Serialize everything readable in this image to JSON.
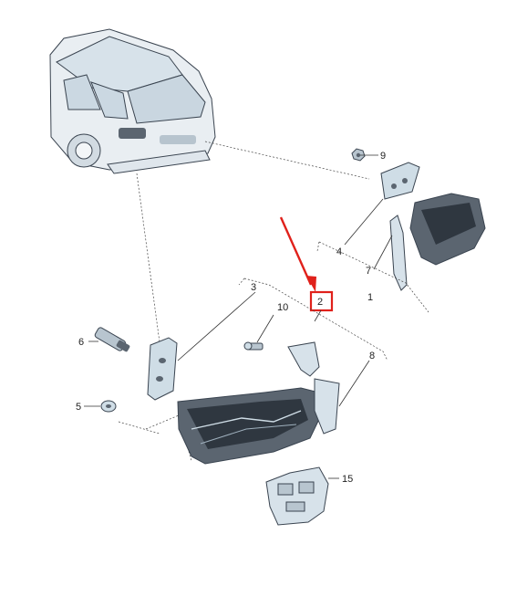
{
  "callouts": {
    "c1": "1",
    "c2": "2",
    "c3": "3",
    "c4": "4",
    "c5": "5",
    "c6": "6",
    "c7": "7",
    "c8": "8",
    "c9": "9",
    "c10": "10",
    "c15": "15"
  },
  "colors": {
    "highlight": "#e0211b",
    "part_fill": "#cfdde6",
    "part_dark": "#5b6570",
    "outline": "#3a4450"
  },
  "highlighted_callout": "2"
}
